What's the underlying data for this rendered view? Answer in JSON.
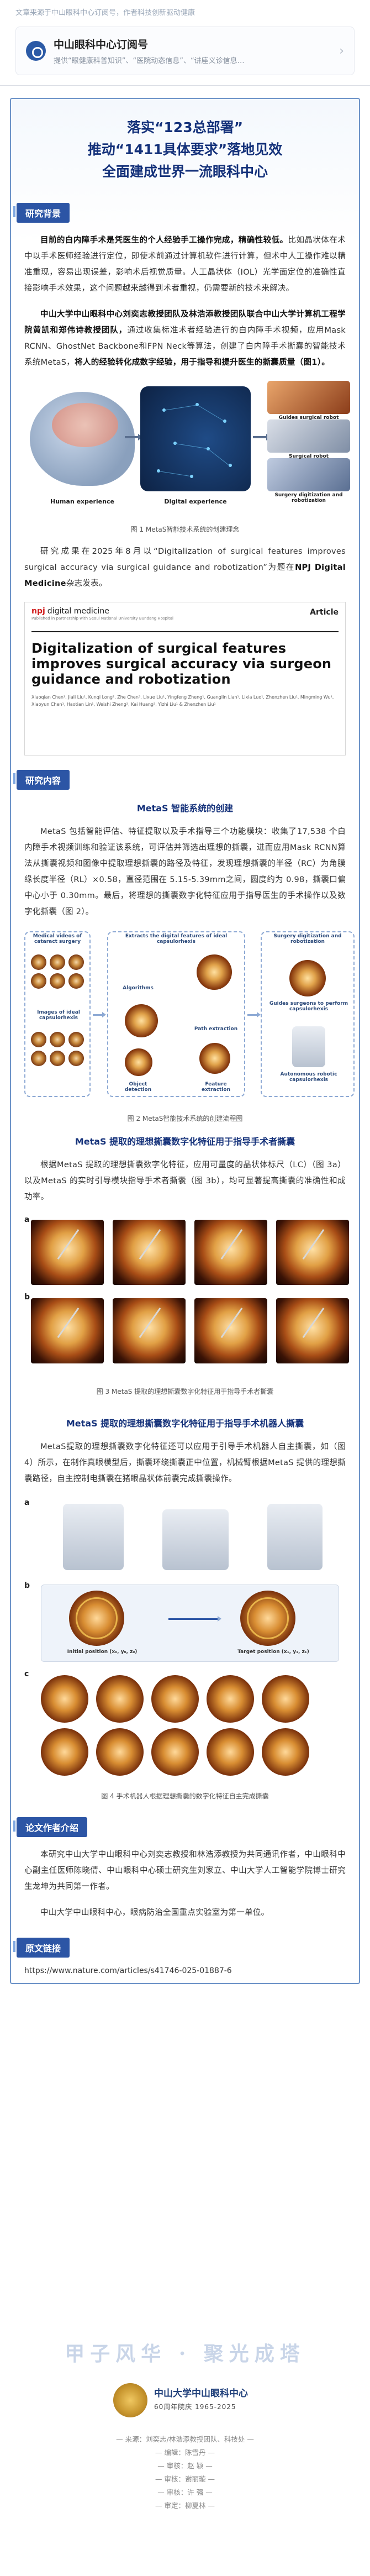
{
  "header": {
    "note": "文章来源于中山眼科中心订阅号，作者科技创新驱动健康"
  },
  "account": {
    "name": "中山眼科中心订阅号",
    "description": "提供“眼健康科普知识”、“医院动态信息”、“讲座义诊信息…"
  },
  "headline": [
    "落实“123总部署”",
    "推动“1411具体要求”落地见效",
    "全面建成世界一流眼科中心"
  ],
  "sections": {
    "background": "研究背景",
    "content": "研究内容",
    "authors": "论文作者介绍",
    "link": "原文链接"
  },
  "background": {
    "p1_lead": "目前的白内障手术是凭医生的个人经验手工操作完成，精确性较低。",
    "p1_body": "比如晶状体在术中以手术医师经验进行定位，即使术前通过计算机软件进行计算，但术中人工操作难以精准重现，容易出现误差，影响术后视觉质量。人工晶状体（IOL）光学面定位的准确性直接影响手术效果，这个问题越来越得到术者重视，仍需要新的技术来解决。",
    "p2_lead": "中山大学中山眼科中心刘奕志教授团队及林浩添教授团队联合中山大学计算机工程学院黄凯和郑伟诗教授团队，",
    "p2_body": "通过收集标准术者经验进行的白内障手术视频，应用Mask RCNN、GhostNet Backbone和FPN Neck等算法，创建了白内障手术撕囊的智能技术系统MetaS，",
    "p2_bold": "将人的经验转化成数字经验，用于指导和提升医生的撕囊质量（图1）。",
    "p3_body": "研究成果在2025年8月以“Digitalization of surgical features improves surgical accuracy via surgical guidance and robotization”为题在",
    "p3_journal": "NPJ Digital Medicine",
    "p3_tail": "杂志发表。"
  },
  "figure1": {
    "labels": [
      "Human experience",
      "Digital experience",
      "Guides surgical robot",
      "Surgical robot",
      "Surgery digitization and robotization"
    ],
    "caption": "图 1 MetaS智能技术系统的创建理念"
  },
  "article": {
    "journal_prefix": "npj",
    "journal": "digital medicine",
    "publisher": "Published in partnership with Seoul National University Bundang Hospital",
    "type": "Article",
    "title": "Digitalization of surgical features improves surgical accuracy via surgeon guidance and robotization",
    "authors": "Xiaoqian Chen¹, Jiali Liu¹, Kunqi Long², Zhe Chen³, Lixue Liu¹, Yingfeng Zheng¹, Guanglin Lian¹, Lixia Luo¹, Zhenzhen Liu¹, Mingming Wu¹, Xiaoyun Chen¹, Haotian Lin¹, Weishi Zheng², Kai Huang², Yizhi Liu¹ & Zhenzhen Liu¹"
  },
  "content": {
    "sub1": "MetaS 智能系统的创建",
    "p1": "MetaS 包括智能评估、特征提取以及手术指导三个功能模块：收集了17,538 个白内障手术视频训练和验证该系统，可评估并筛选出理想的撕囊，进而应用Mask RCNN算法从撕囊视频和图像中提取理想撕囊的路径及特征，发现理想撕囊的半径（RC）为角膜缘长度半径（RL）×0.58，直径范围在 5.15-5.39mm之间，圆度约为 0.98，撕囊口偏中心小于 0.30mm。最后，将理想的撕囊数字化特征应用于指导医生的手术操作以及数字化撕囊（图 2）。",
    "sub2": "MetaS 提取的理想撕囊数字化特征用于指导手术者撕囊",
    "p2": "根据MetaS 提取的理想撕囊数字化特征，应用可量度的晶状体标尺（LC）（图 3a）以及MetaS 的实时引导模块指导手术者撕囊（图 3b），均可显著提高撕囊的准确性和成功率。",
    "sub3": "MetaS 提取的理想撕囊数字化特征用于指导手术机器人撕囊",
    "p3": "MetaS提取的理想撕囊数字化特征还可以应用于引导手术机器人自主撕囊，如（图 4）所示，在制作真眼模型后，撕囊环绕撕囊正中位置，机械臂根据MetaS 提供的理想撕囊路径，自主控制电撕囊在猪眼晶状体前囊完成撕囊操作。"
  },
  "figure2": {
    "titles": [
      "Medical videos of cataract surgery",
      "Images of ideal capsulorhexis",
      "Extracts the digital features of ideal capsulorhexis",
      "Surgery digitization and robotization"
    ],
    "labels": [
      "Algorithms",
      "Path extraction",
      "Object detection",
      "Feature extraction",
      "Guides surgeons to perform capsulorhexis",
      "Autonomous robotic capsulorhexis"
    ],
    "caption": "图 2 MetaS智能技术系统的创建流程图"
  },
  "figure3": {
    "markers": [
      "a",
      "b"
    ],
    "caption": "图 3 MetaS 提取的理想撕囊数字化特征用于指导手术者撕囊"
  },
  "figure4": {
    "markers": [
      "a",
      "b",
      "c"
    ],
    "labels": [
      "Initial position (x₀, y₀, z₀)",
      "Target position (x₁, y₁, z₁)"
    ],
    "caption": "图 4 手术机器人根据理想撕囊的数字化特征自主完成撕囊"
  },
  "authors": {
    "p1": "本研究中山大学中山眼科中心刘奕志教授和林浩添教授为共同通讯作者，中山眼科中心副主任医师陈晓倩、中山眼科中心硕士研究生刘家立、中山大学人工智能学院博士研究生龙坤为共同第一作者。",
    "p2": "中山大学中山眼科中心，眼病防治全国重点实验室为第一单位。"
  },
  "link": {
    "url": "https://www.nature.com/articles/s41746-025-01887-6"
  },
  "footer": {
    "slogan": "甲子风华 · 聚光成塔",
    "logo_name": "中山大学中山眼科中心",
    "logo_sub": "60周年院庆 1965-2025",
    "credits": [
      "— 来源：刘奕志/林浩添教授团队、科技处 —",
      "— 编辑：陈雪丹 —",
      "— 审核：赵 颖 —",
      "— 审核：谢丽璇 —",
      "— 审核：许 强 —",
      "— 审定：柳夏林 —"
    ]
  },
  "colors": {
    "accent": "#2c55a5",
    "headline": "#14317a",
    "frame_border": "#6d93c8",
    "slogan": "#c9d5e8"
  }
}
